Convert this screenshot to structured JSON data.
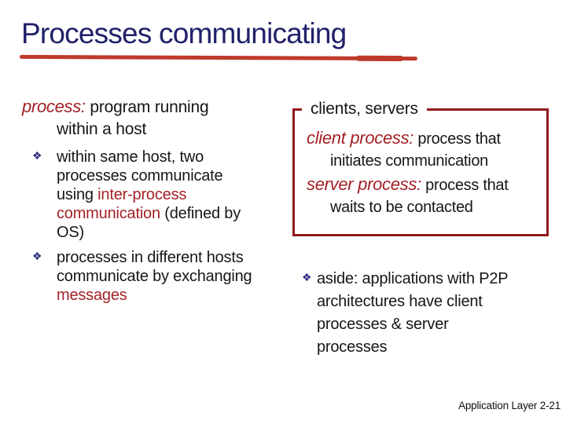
{
  "slide": {
    "title": "Processes communicating",
    "footer": "Application Layer 2-21"
  },
  "colors": {
    "navy": "#21216B",
    "ink": "#161616",
    "red": "#A32126",
    "underline": "#BF3A2C",
    "border": "#8E1A1D",
    "bullet": "#2B2B7E",
    "bg": "#FFFFFF"
  },
  "icons": {
    "bullet_diamond": "❖"
  },
  "left": {
    "head_lead": "process:",
    "head_rest": " program running",
    "head_line2": "within a host",
    "b1_l1": "within same host, two",
    "b1_l2": "processes communicate",
    "b1_l3a": "using  ",
    "b1_l3b": "inter-process",
    "b1_l4a": "communication",
    "b1_l4b": " (defined by",
    "b1_l5": "OS)",
    "b2_l1": "processes in different hosts",
    "b2_l2": "communicate by exchanging",
    "b2_l3": "messages"
  },
  "box": {
    "legend": "clients, servers",
    "client_lead": "client process:",
    "client_rest": " process that",
    "client_line2": "initiates communication",
    "server_lead": "server process:",
    "server_rest": " process that",
    "server_line2": "waits to be contacted"
  },
  "aside": {
    "l1": "aside: applications with P2P",
    "l2": "architectures have client",
    "l3": "processes & server",
    "l4": "processes"
  }
}
